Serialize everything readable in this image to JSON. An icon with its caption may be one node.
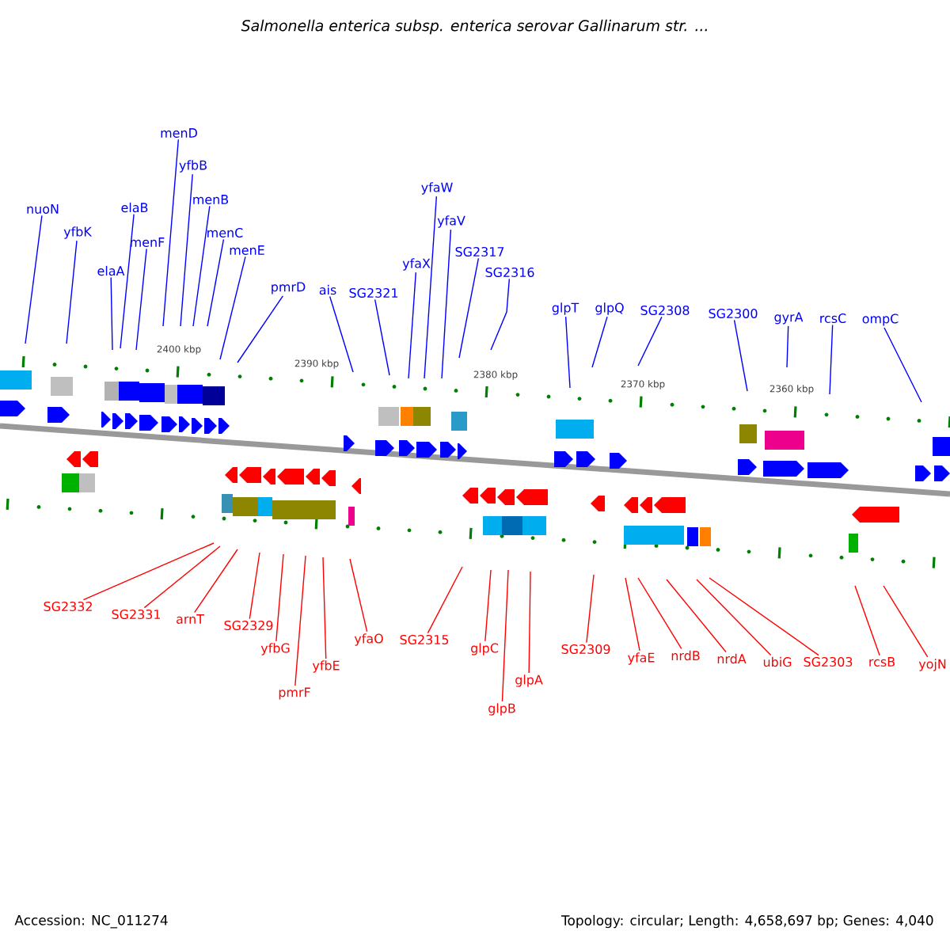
{
  "diagram": {
    "title": "Salmonella enterica subsp. enterica serovar Gallinarum str. ...",
    "nodes": [
      {
        "text": [
          "nuoN"
        ]
      },
      {
        "text": [
          "yfbK"
        ]
      },
      {
        "text": [
          "elaB"
        ]
      },
      {
        "text": [
          "menF"
        ]
      },
      {
        "text": [
          "elaA"
        ]
      },
      {
        "text": [
          "menD"
        ]
      },
      {
        "text": [
          "yfbB"
        ]
      },
      {
        "text": [
          "menB"
        ]
      },
      {
        "text": [
          "menC"
        ]
      },
      {
        "text": [
          "menE"
        ]
      },
      {
        "text": [
          "pmrD"
        ]
      },
      {
        "text": [
          "ais"
        ]
      },
      {
        "text": [
          "SG2321"
        ]
      },
      {
        "text": [
          "yfaX"
        ]
      },
      {
        "text": [
          "yfaW"
        ]
      },
      {
        "text": [
          "yfaV"
        ]
      },
      {
        "text": [
          "SG2317"
        ]
      },
      {
        "text": [
          "SG2316"
        ]
      },
      {
        "text": [
          "glpT"
        ]
      },
      {
        "text": [
          "glpQ"
        ]
      },
      {
        "text": [
          "SG2308"
        ]
      },
      {
        "text": [
          "SG2300"
        ]
      },
      {
        "text": [
          "gyrA"
        ]
      },
      {
        "text": [
          "rcsC"
        ]
      },
      {
        "text": [
          "ompC"
        ]
      },
      {
        "text": [
          "SG2332"
        ]
      },
      {
        "text": [
          "SG2331"
        ]
      },
      {
        "text": [
          "arnT"
        ]
      },
      {
        "text": [
          "SG2329"
        ]
      },
      {
        "text": [
          "yfbG"
        ]
      },
      {
        "text": [
          "pmrF"
        ]
      },
      {
        "text": [
          "yfbE"
        ]
      },
      {
        "text": [
          "yfaO"
        ]
      },
      {
        "text": [
          "SG2315"
        ]
      },
      {
        "text": [
          "glpC"
        ]
      },
      {
        "text": [
          "glpB"
        ]
      },
      {
        "text": [
          "glpA"
        ]
      },
      {
        "text": [
          "SG2309"
        ]
      },
      {
        "text": [
          "yfaE"
        ]
      },
      {
        "text": [
          "nrdB"
        ]
      },
      {
        "text": [
          "nrdA"
        ]
      },
      {
        "text": [
          "ubiG"
        ]
      },
      {
        "text": [
          "SG2303"
        ]
      },
      {
        "text": [
          "rcsB"
        ]
      },
      {
        "text": [
          "yojN"
        ]
      }
    ],
    "edges": [
      {
        "from": 0,
        "to": null,
        "arrow": "none"
      },
      {
        "from": 1,
        "to": null,
        "arrow": "none"
      },
      {
        "from": 2,
        "to": null,
        "arrow": "none"
      },
      {
        "from": 3,
        "to": null,
        "arrow": "none"
      },
      {
        "from": 4,
        "to": null,
        "arrow": "none"
      },
      {
        "from": 5,
        "to": null,
        "arrow": "none"
      },
      {
        "from": 6,
        "to": null,
        "arrow": "none"
      },
      {
        "from": 7,
        "to": null,
        "arrow": "none"
      },
      {
        "from": 8,
        "to": null,
        "arrow": "none"
      },
      {
        "from": 9,
        "to": null,
        "arrow": "none"
      },
      {
        "from": 10,
        "to": null,
        "arrow": "none"
      },
      {
        "from": 11,
        "to": null,
        "arrow": "none"
      },
      {
        "from": 12,
        "to": null,
        "arrow": "none"
      },
      {
        "from": 13,
        "to": null,
        "arrow": "none"
      },
      {
        "from": 14,
        "to": null,
        "arrow": "none"
      },
      {
        "from": 15,
        "to": null,
        "arrow": "none"
      },
      {
        "from": 16,
        "to": null,
        "arrow": "none"
      },
      {
        "from": 17,
        "to": null,
        "arrow": "none"
      },
      {
        "from": 18,
        "to": null,
        "arrow": "none"
      },
      {
        "from": 19,
        "to": null,
        "arrow": "none"
      },
      {
        "from": 20,
        "to": null,
        "arrow": "none"
      },
      {
        "from": 21,
        "to": null,
        "arrow": "none"
      },
      {
        "from": 22,
        "to": null,
        "arrow": "none"
      },
      {
        "from": 23,
        "to": null,
        "arrow": "none"
      },
      {
        "from": 24,
        "to": null,
        "arrow": "none"
      },
      {
        "from": 25,
        "to": null,
        "arrow": "none",
        "color": "#ff0000"
      },
      {
        "from": 26,
        "to": null,
        "arrow": "none",
        "color": "#ff0000"
      },
      {
        "from": 27,
        "to": null,
        "arrow": "none",
        "color": "#ff0000"
      },
      {
        "from": 28,
        "to": null,
        "arrow": "none",
        "color": "#ff0000"
      },
      {
        "from": 29,
        "to": null,
        "arrow": "none",
        "color": "#ff0000"
      },
      {
        "from": 30,
        "to": null,
        "arrow": "none",
        "color": "#ff0000"
      },
      {
        "from": 31,
        "to": null,
        "arrow": "none",
        "color": "#ff0000"
      },
      {
        "from": 32,
        "to": null,
        "arrow": "none",
        "color": "#ff0000"
      },
      {
        "from": 33,
        "to": null,
        "arrow": "none",
        "color": "#ff0000"
      },
      {
        "from": 34,
        "to": null,
        "arrow": "none",
        "color": "#ff0000"
      },
      {
        "from": 35,
        "to": null,
        "arrow": "none",
        "color": "#ff0000"
      },
      {
        "from": 36,
        "to": null,
        "arrow": "none",
        "color": "#ff0000"
      },
      {
        "from": 37,
        "to": null,
        "arrow": "none",
        "color": "#ff0000"
      },
      {
        "from": 38,
        "to": null,
        "arrow": "none",
        "color": "#ff0000"
      },
      {
        "from": 39,
        "to": null,
        "arrow": "none",
        "color": "#ff0000"
      },
      {
        "from": 40,
        "to": null,
        "arrow": "none",
        "color": "#ff0000"
      },
      {
        "from": 41,
        "to": null,
        "arrow": "none",
        "color": "#ff0000"
      },
      {
        "from": 42,
        "to": null,
        "arrow": "none",
        "color": "#ff0000"
      },
      {
        "from": 43,
        "to": null,
        "arrow": "none",
        "color": "#ff0000"
      },
      {
        "from": 44,
        "to": null,
        "arrow": "none",
        "color": "#ff0000"
      }
    ],
    "labels": [
      "2400 kbp",
      "2390 kbp",
      "2380 kbp",
      "2370 kbp",
      "2360 kbp",
      "Accession: NC_011274",
      "Topology: circular; Length: 4,658,697 bp; Genes: 4,040"
    ]
  }
}
